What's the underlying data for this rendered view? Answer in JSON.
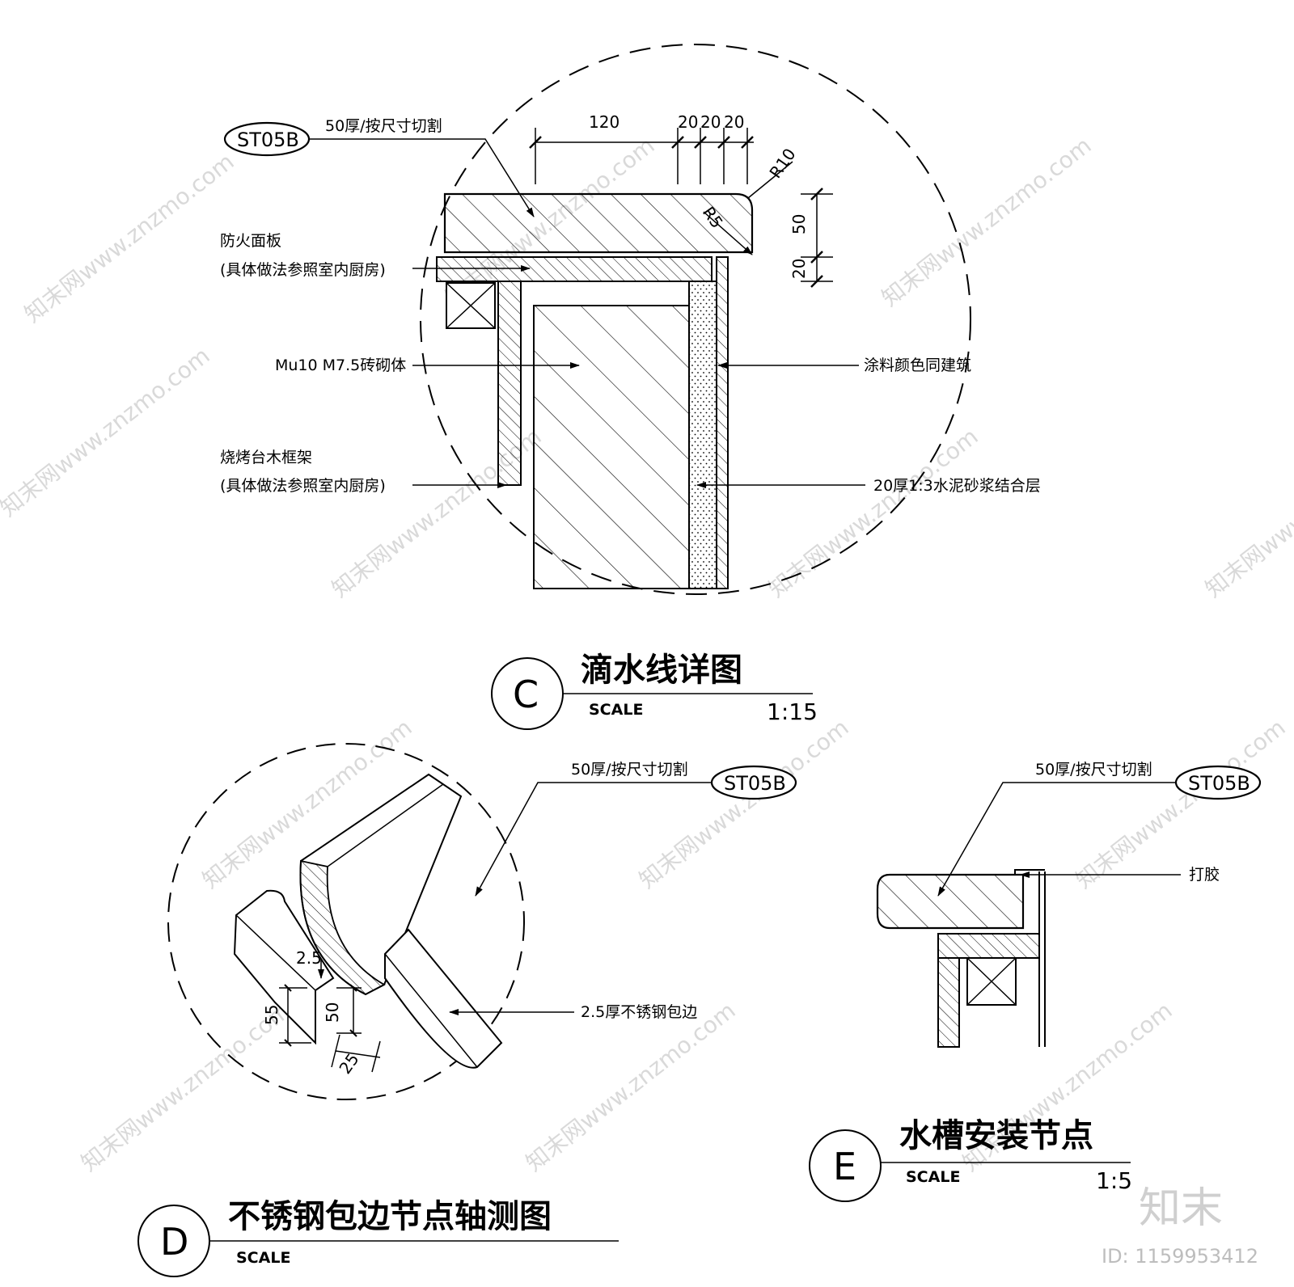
{
  "watermark": {
    "text": "知末网www.znzmo.com"
  },
  "logo": {
    "brand": "知末",
    "id": "ID: 1159953412"
  },
  "detail_c": {
    "letter": "C",
    "title": "滴水线详图",
    "scale_label": "SCALE",
    "scale": "1:15",
    "tag": "ST05B",
    "tag_note": "50厚/按尺寸切割",
    "dims_top": [
      "120",
      "20",
      "20",
      "20"
    ],
    "dims_side": [
      "50",
      "20"
    ],
    "radius_outer": "R10",
    "radius_inner": "R5",
    "notes": {
      "fire_panel_1": "防火面板",
      "fire_panel_2": "(具体做法参照室内厨房)",
      "masonry": "Mu10 M7.5砖砌体",
      "paint": "涂料颜色同建筑",
      "frame_1": "烧烤台木框架",
      "frame_2": "(具体做法参照室内厨房)",
      "mortar": "20厚1:3水泥砂浆结合层"
    }
  },
  "detail_d": {
    "letter": "D",
    "title": "不锈钢包边节点轴测图",
    "scale_label": "SCALE",
    "tag": "ST05B",
    "tag_note": "50厚/按尺寸切割",
    "dims": [
      "2.5",
      "55",
      "50",
      "25"
    ],
    "note_edge": "2.5厚不锈钢包边"
  },
  "detail_e": {
    "letter": "E",
    "title": "水槽安装节点",
    "scale_label": "SCALE",
    "scale": "1:5",
    "tag": "ST05B",
    "tag_note": "50厚/按尺寸切割",
    "note_glue": "打胶"
  }
}
